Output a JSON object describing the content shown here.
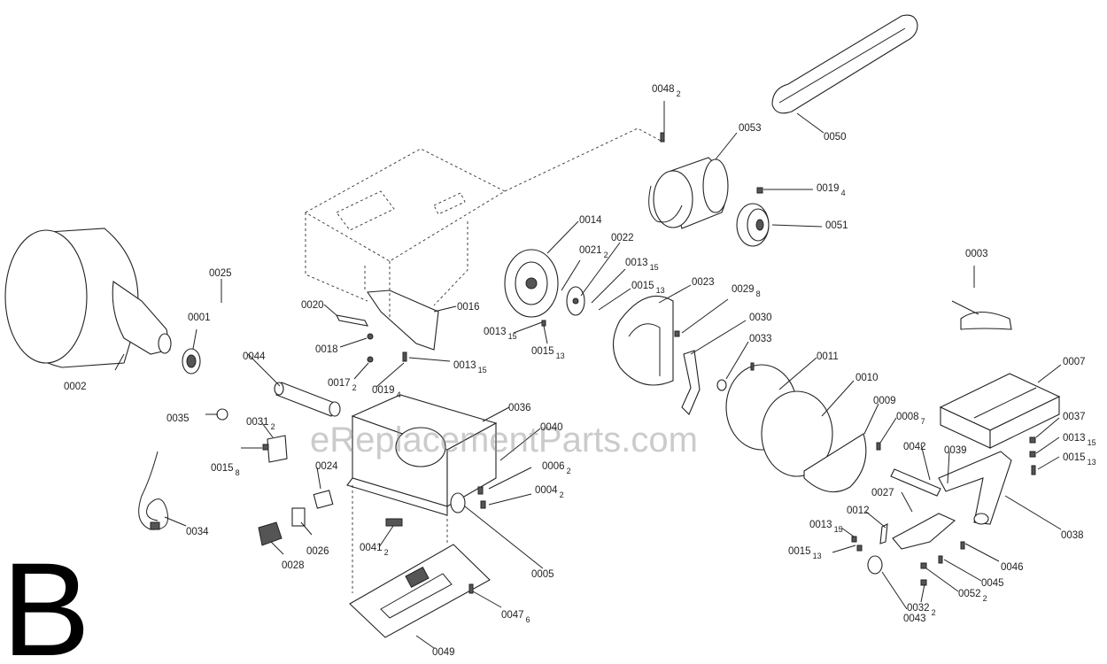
{
  "section_letter": "B",
  "watermark": "eReplacementParts.com",
  "parts": [
    {
      "id": "p0002",
      "num": "0002"
    },
    {
      "id": "p0001",
      "num": "0001"
    },
    {
      "id": "p0025",
      "num": "0025"
    },
    {
      "id": "p0044",
      "num": "0044"
    },
    {
      "id": "p0035",
      "num": "0035"
    },
    {
      "id": "p0031",
      "num": "0031",
      "sub": "2"
    },
    {
      "id": "p0015a",
      "num": "0015",
      "sub": "8"
    },
    {
      "id": "p0024",
      "num": "0024"
    },
    {
      "id": "p0026",
      "num": "0026"
    },
    {
      "id": "p0028",
      "num": "0028"
    },
    {
      "id": "p0034",
      "num": "0034"
    },
    {
      "id": "p0020",
      "num": "0020"
    },
    {
      "id": "p0018",
      "num": "0018"
    },
    {
      "id": "p0017",
      "num": "0017",
      "sub": "2"
    },
    {
      "id": "p0019a",
      "num": "0019",
      "sub": "4"
    },
    {
      "id": "p0013a",
      "num": "0013",
      "sub": "15"
    },
    {
      "id": "p0016",
      "num": "0016"
    },
    {
      "id": "p0036",
      "num": "0036"
    },
    {
      "id": "p0040",
      "num": "0040"
    },
    {
      "id": "p0006",
      "num": "0006",
      "sub": "2"
    },
    {
      "id": "p0004",
      "num": "0004",
      "sub": "2"
    },
    {
      "id": "p0005",
      "num": "0005"
    },
    {
      "id": "p0041",
      "num": "0041",
      "sub": "2"
    },
    {
      "id": "p0047",
      "num": "0047",
      "sub": "6"
    },
    {
      "id": "p0049",
      "num": "0049"
    },
    {
      "id": "p0048",
      "num": "0048",
      "sub": "2"
    },
    {
      "id": "p0053",
      "num": "0053"
    },
    {
      "id": "p0050",
      "num": "0050"
    },
    {
      "id": "p0019b",
      "num": "0019",
      "sub": "4"
    },
    {
      "id": "p0051",
      "num": "0051"
    },
    {
      "id": "p0014",
      "num": "0014"
    },
    {
      "id": "p0021",
      "num": "0021",
      "sub": "2"
    },
    {
      "id": "p0022",
      "num": "0022"
    },
    {
      "id": "p0013b",
      "num": "0013",
      "sub": "15"
    },
    {
      "id": "p0015b",
      "num": "0015",
      "sub": "13"
    },
    {
      "id": "p0023",
      "num": "0023"
    },
    {
      "id": "p0029",
      "num": "0029",
      "sub": "8"
    },
    {
      "id": "p0030",
      "num": "0030"
    },
    {
      "id": "p0033",
      "num": "0033"
    },
    {
      "id": "p0013c",
      "num": "0013",
      "sub": "15"
    },
    {
      "id": "p0015c",
      "num": "0015",
      "sub": "13"
    },
    {
      "id": "p0011",
      "num": "0011"
    },
    {
      "id": "p0010",
      "num": "0010"
    },
    {
      "id": "p0009",
      "num": "0009"
    },
    {
      "id": "p0008",
      "num": "0008",
      "sub": "7"
    },
    {
      "id": "p0003",
      "num": "0003"
    },
    {
      "id": "p0007",
      "num": "0007"
    },
    {
      "id": "p0037",
      "num": "0037"
    },
    {
      "id": "p0013d",
      "num": "0013",
      "sub": "15"
    },
    {
      "id": "p0015d",
      "num": "0015",
      "sub": "13"
    },
    {
      "id": "p0042",
      "num": "0042"
    },
    {
      "id": "p0039",
      "num": "0039"
    },
    {
      "id": "p0038",
      "num": "0038"
    },
    {
      "id": "p0027",
      "num": "0027"
    },
    {
      "id": "p0012",
      "num": "0012"
    },
    {
      "id": "p0013e",
      "num": "0013",
      "sub": "15"
    },
    {
      "id": "p0015e",
      "num": "0015",
      "sub": "13"
    },
    {
      "id": "p0046",
      "num": "0046"
    },
    {
      "id": "p0045",
      "num": "0045"
    },
    {
      "id": "p0052",
      "num": "0052",
      "sub": "2"
    },
    {
      "id": "p0032",
      "num": "0032",
      "sub": "2"
    },
    {
      "id": "p0043",
      "num": "0043"
    }
  ]
}
